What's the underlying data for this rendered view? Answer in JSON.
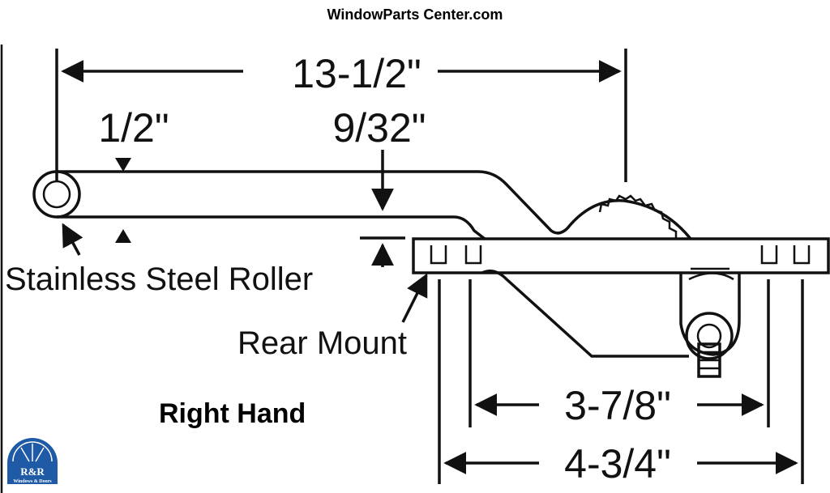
{
  "site_name": "WindowParts Center.com",
  "dimensions": {
    "overall_length": "13-1/2\"",
    "arm_height": "1/2\"",
    "offset": "9/32\"",
    "mount_holes": "3-7/8\"",
    "base_length": "4-3/4\""
  },
  "labels": {
    "roller": "Stainless Steel Roller",
    "mount": "Rear Mount",
    "hand": "Right Hand"
  },
  "logo": {
    "initials": "R&R",
    "name": "Windows & Doors"
  },
  "colors": {
    "line": "#111111",
    "logo_blue": "#1f5aa6"
  }
}
